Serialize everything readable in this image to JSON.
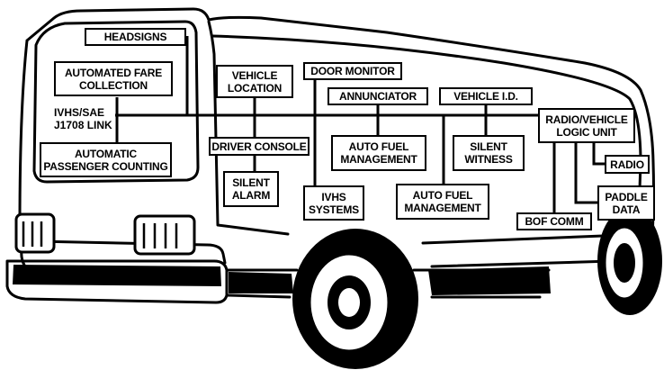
{
  "diagram": {
    "labels": {
      "headsigns": "HEADSIGNS",
      "automated_fare_collection": "AUTOMATED FARE\nCOLLECTION",
      "ivhs_sae_link": "IVHS/SAE\nJ1708 LINK",
      "automatic_passenger_counting": "AUTOMATIC\nPASSENGER COUNTING",
      "vehicle_location": "VEHICLE\nLOCATION",
      "door_monitor": "DOOR MONITOR",
      "annunciator": "ANNUNCIATOR",
      "vehicle_id": "VEHICLE I.D.",
      "driver_console": "DRIVER CONSOLE",
      "auto_fuel_management_upper": "AUTO FUEL\nMANAGEMENT",
      "silent_witness": "SILENT\nWITNESS",
      "radio_vehicle_logic_unit": "RADIO/VEHICLE\nLOGIC UNIT",
      "radio": "RADIO",
      "silent_alarm": "SILENT\nALARM",
      "ivhs_systems": "IVHS\nSYSTEMS",
      "auto_fuel_management_lower": "AUTO FUEL\nMANAGEMENT",
      "paddle_data": "PADDLE\nDATA",
      "bof_comm": "BOF COMM"
    }
  }
}
